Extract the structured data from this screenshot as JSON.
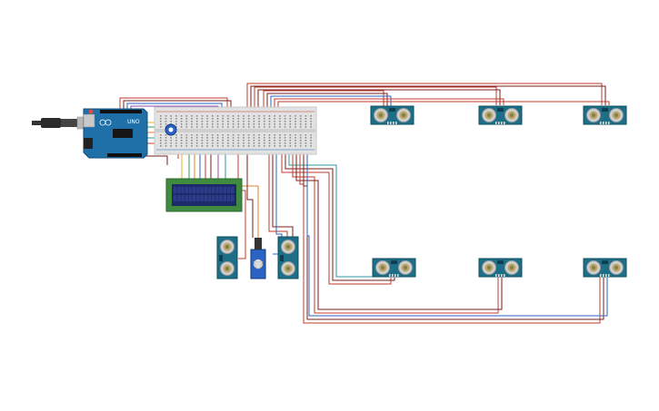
{
  "colors": {
    "background": "#ffffff",
    "arduino_board": "#1f6fa8",
    "arduino_dark": "#0f4e7e",
    "breadboard": "#e2e2e2",
    "sensor_board": "#1c6f86",
    "lcd_board": "#3f8a3f",
    "lcd_screen": "#1d2a6a",
    "wire_red": "#c0392b",
    "wire_dark": "#7a1f1f",
    "wire_blue": "#2a63c4",
    "wire_yellow": "#e1b32b",
    "wire_green": "#2f9a5a",
    "wire_orange": "#e0822b",
    "wire_teal": "#2e9aa0",
    "wire_purple": "#8a4fa6"
  },
  "components": {
    "arduino": {
      "kind": "arduino-uno",
      "logo_text": "UNO"
    },
    "breadboard": {
      "kind": "half-breadboard"
    },
    "lcd": {
      "kind": "lcd-16x2"
    },
    "potentiometer": {
      "kind": "potentiometer"
    },
    "servo": {
      "kind": "micro-servo"
    },
    "usb_cable": {
      "kind": "usb-cable"
    },
    "ultrasonic_sensors": [
      {
        "id": "sensor-top-1",
        "kind": "hc-sr04"
      },
      {
        "id": "sensor-top-2",
        "kind": "hc-sr04"
      },
      {
        "id": "sensor-top-3",
        "kind": "hc-sr04"
      },
      {
        "id": "sensor-bottom-1",
        "kind": "hc-sr04"
      },
      {
        "id": "sensor-bottom-2",
        "kind": "hc-sr04"
      },
      {
        "id": "sensor-bottom-3",
        "kind": "hc-sr04"
      },
      {
        "id": "sensor-vertical-left",
        "kind": "hc-sr04"
      },
      {
        "id": "sensor-vertical-right",
        "kind": "hc-sr04"
      }
    ]
  }
}
